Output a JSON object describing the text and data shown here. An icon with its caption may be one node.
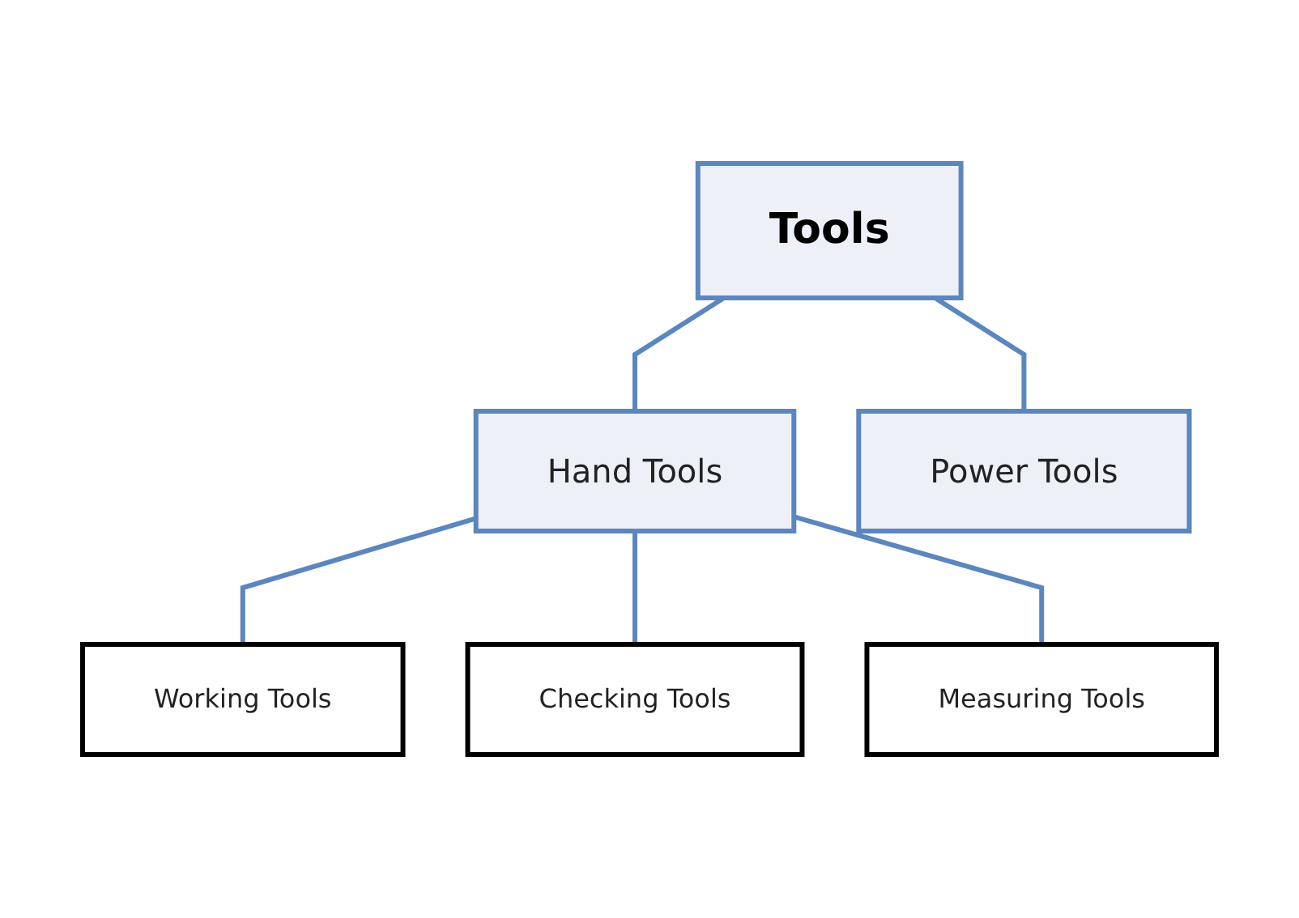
{
  "diagram": {
    "nodes": [
      {
        "text": [
          "Tools"
        ]
      },
      {
        "text": [
          "Hand Tools"
        ]
      },
      {
        "text": [
          "Power Tools"
        ]
      },
      {
        "text": [
          "Working Tools"
        ]
      },
      {
        "text": [
          "Checking Tools"
        ]
      },
      {
        "text": [
          "Measuring Tools"
        ]
      }
    ],
    "edges": [
      {
        "from": 0,
        "to": 1,
        "arrow": "none"
      },
      {
        "from": 0,
        "to": 2,
        "arrow": "none"
      },
      {
        "from": 1,
        "to": 3,
        "arrow": "none"
      },
      {
        "from": 1,
        "to": 4,
        "arrow": "none"
      },
      {
        "from": 1,
        "to": 5,
        "arrow": "none"
      }
    ]
  }
}
